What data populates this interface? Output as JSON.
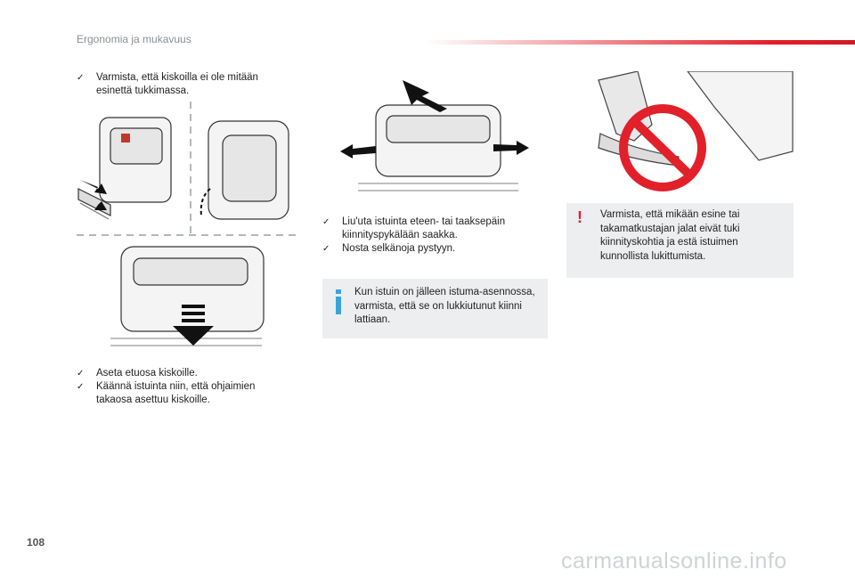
{
  "header": {
    "section_title": "Ergonomia ja mukavuus",
    "accent_color": "#e2202a"
  },
  "page_number": "108",
  "left_column": {
    "bullet_1": "Varmista, että kiskoilla ei ole mitään esinettä tukkimassa.",
    "bullet_2": "Aseta etuosa kiskoille.",
    "bullet_3": "Käännä istuinta niin, että ohjaimien takaosa asettuu kiskoille."
  },
  "middle_column": {
    "bullet_1": "Liu'uta istuinta eteen- tai taaksepäin kiinnityspykälään saakka.",
    "bullet_2": "Nosta selkänoja pystyyn.",
    "info_note": "Kun istuin on jälleen istuma-asennossa, varmista, että se on lukkiutunut kiinni lattiaan.",
    "info_icon": "info-icon"
  },
  "right_column": {
    "warning_note": "Varmista, että mikään esine tai takamatkustajan jalat eivät tuki kiinnityskohtia ja estä istuimen kunnollista lukittumista.",
    "warning_icon": "exclamation-icon",
    "warning_color": "#e2202a"
  },
  "bullet_glyph": "✓",
  "watermark": "carmanualsonline.info"
}
